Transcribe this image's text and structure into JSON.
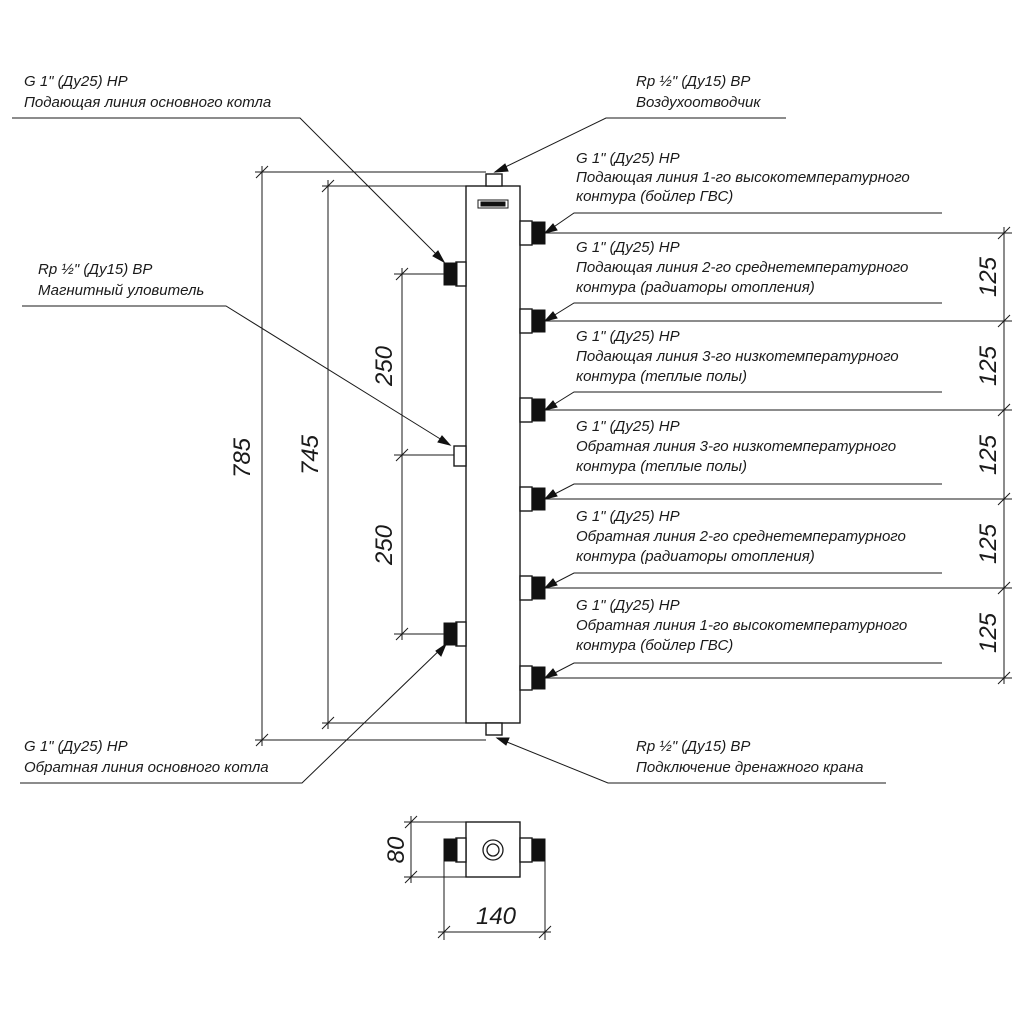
{
  "labels": {
    "supply_main": {
      "spec": "G 1\" (Ду25) НР",
      "desc": "Подающая линия основного котла"
    },
    "air_vent": {
      "spec": "Rp ½\" (Ду15) ВР",
      "desc": "Воздухоотводчик"
    },
    "magnet": {
      "spec": "Rp ½\" (Ду15) ВР",
      "desc": "Магнитный уловитель"
    },
    "return_main": {
      "spec": "G 1\" (Ду25) НР",
      "desc": "Обратная линия основного котла"
    },
    "drain": {
      "spec": "Rp ½\" (Ду15) ВР",
      "desc": "Подключение дренажного крана"
    },
    "circuits": [
      {
        "spec": "G 1\" (Ду25) НР",
        "line1": "Подающая линия 1-го высокотемпературного",
        "line2": "контура (бойлер ГВС)"
      },
      {
        "spec": "G 1\" (Ду25) НР",
        "line1": "Подающая линия 2-го среднетемпературного",
        "line2": "контура (радиаторы отопления)"
      },
      {
        "spec": "G 1\" (Ду25) НР",
        "line1": "Подающая линия 3-го низкотемпературного",
        "line2": "контура (теплые полы)"
      },
      {
        "spec": "G 1\" (Ду25) НР",
        "line1": "Обратная линия 3-го низкотемпературного",
        "line2": "контура (теплые полы)"
      },
      {
        "spec": "G 1\" (Ду25) НР",
        "line1": "Обратная линия 2-го среднетемпературного",
        "line2": "контура (радиаторы отопления)"
      },
      {
        "spec": "G 1\" (Ду25) НР",
        "line1": "Обратная линия 1-го высокотемпературного",
        "line2": "контура (бойлер ГВС)"
      }
    ]
  },
  "dimensions": {
    "total_height": "785",
    "body_height": "745",
    "upper_spacing": "250",
    "lower_spacing": "250",
    "outlet_spacing": [
      "125",
      "125",
      "125",
      "125",
      "125"
    ],
    "depth": "80",
    "width": "140"
  }
}
